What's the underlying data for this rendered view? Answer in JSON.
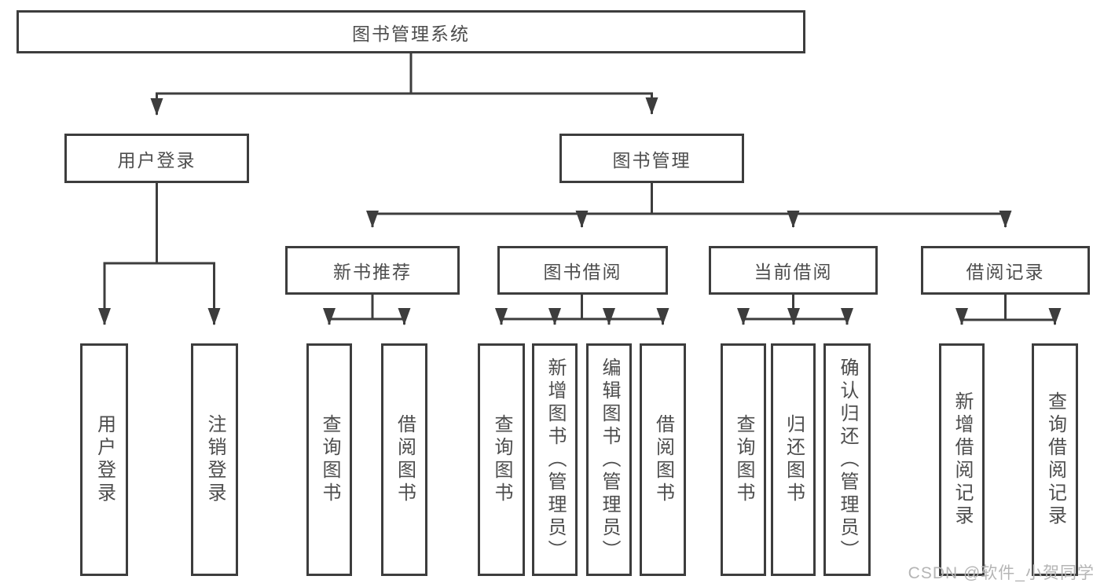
{
  "diagram": {
    "type": "hierarchy-tree",
    "colors": {
      "line": "#3d3d3d",
      "box_border": "#3d3d3d",
      "text": "#4d4d4d",
      "background": "#ffffff",
      "watermark": "#b5b5b5"
    },
    "watermark": "CSDN @软件_小贺同学"
  },
  "nodes": {
    "root": "图书管理系统",
    "user_login": "用户登录",
    "book_mgmt": "图书管理",
    "new_book_rec": "新书推荐",
    "book_borrow": "图书借阅",
    "current_borrow": "当前借阅",
    "borrow_records": "借阅记录",
    "login": "用户登录",
    "logout": "注销登录",
    "rec_query": "查询图书",
    "rec_borrow": "借阅图书",
    "bb_query": "查询图书",
    "bb_add": "新增图书（管理员）",
    "bb_edit": "编辑图书（管理员）",
    "bb_borrow": "借阅图书",
    "cb_query": "查询图书",
    "cb_return": "归还图书",
    "cb_confirm": "确认归还（管理员）",
    "br_add": "新增借阅记录",
    "br_query": "查询借阅记录"
  },
  "tree": {
    "label": "图书管理系统",
    "children": [
      {
        "label": "用户登录",
        "children": [
          {
            "label": "用户登录"
          },
          {
            "label": "注销登录"
          }
        ]
      },
      {
        "label": "图书管理",
        "children": [
          {
            "label": "新书推荐",
            "children": [
              {
                "label": "查询图书"
              },
              {
                "label": "借阅图书"
              }
            ]
          },
          {
            "label": "图书借阅",
            "children": [
              {
                "label": "查询图书"
              },
              {
                "label": "新增图书（管理员）"
              },
              {
                "label": "编辑图书（管理员）"
              },
              {
                "label": "借阅图书"
              }
            ]
          },
          {
            "label": "当前借阅",
            "children": [
              {
                "label": "查询图书"
              },
              {
                "label": "归还图书"
              },
              {
                "label": "确认归还（管理员）"
              }
            ]
          },
          {
            "label": "借阅记录",
            "children": [
              {
                "label": "新增借阅记录"
              },
              {
                "label": "查询借阅记录"
              }
            ]
          }
        ]
      }
    ]
  }
}
